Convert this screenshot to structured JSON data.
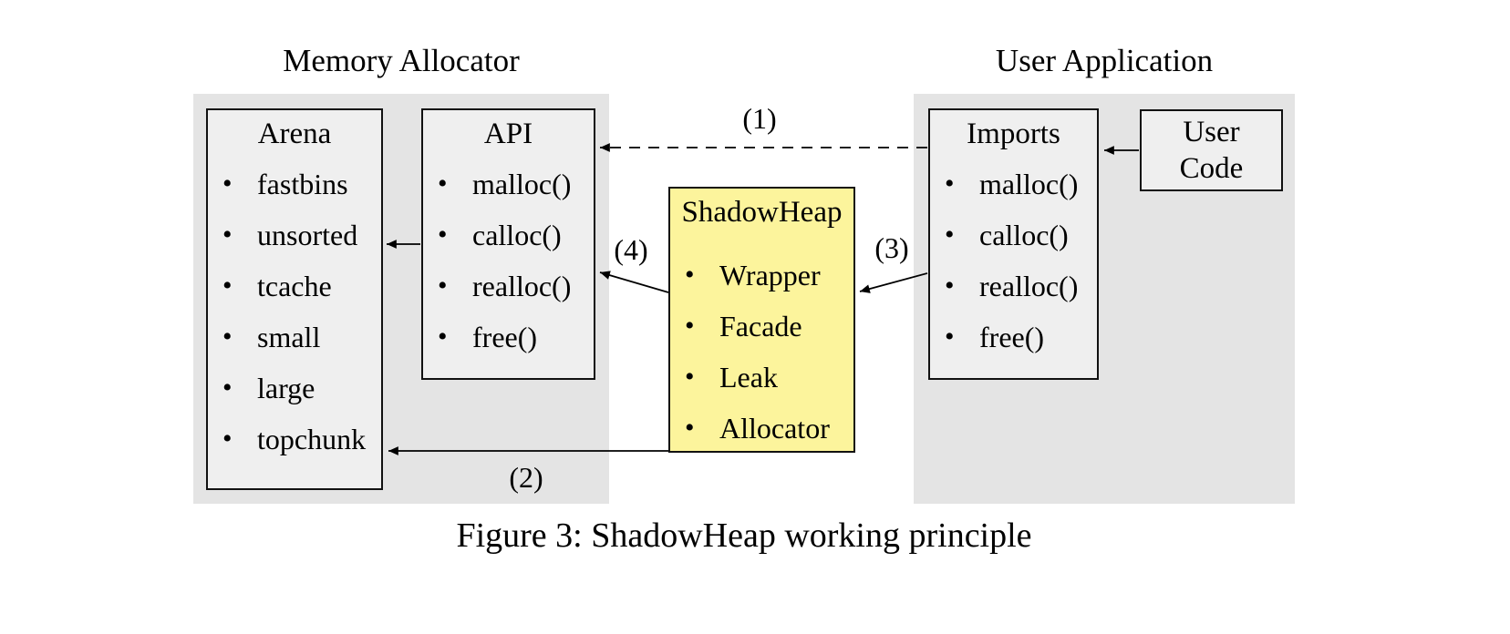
{
  "figure": {
    "caption": "Figure 3: ShadowHeap working principle"
  },
  "glyphs": {
    "bullet": "•"
  },
  "regions": {
    "memory_allocator": {
      "title": "Memory Allocator",
      "boxes": {
        "arena": {
          "title": "Arena",
          "items": [
            "fastbins",
            "unsorted",
            "tcache",
            "small",
            "large",
            "topchunk"
          ]
        },
        "api": {
          "title": "API",
          "items": [
            "malloc()",
            "calloc()",
            "realloc()",
            "free()"
          ]
        }
      }
    },
    "shadowheap": {
      "title": "ShadowHeap",
      "items": [
        "Wrapper",
        "Facade",
        "Leak",
        "Allocator"
      ]
    },
    "user_application": {
      "title": "User Application",
      "boxes": {
        "imports": {
          "title": "Imports",
          "items": [
            "malloc()",
            "calloc()",
            "realloc()",
            "free()"
          ]
        },
        "user_code": {
          "line1": "User",
          "line2": "Code"
        }
      }
    }
  },
  "arrows": {
    "labels": {
      "l1": "(1)",
      "l2": "(2)",
      "l3": "(3)",
      "l4": "(4)"
    },
    "descriptions": {
      "a1": "Imports to API (dashed)",
      "a2": "ShadowHeap to Arena",
      "a3": "Imports to ShadowHeap",
      "a4": "ShadowHeap to API",
      "a5": "API to Arena",
      "a6": "User Code to Imports"
    }
  },
  "colors": {
    "region_bg": "#e4e4e4",
    "box_bg": "#efefef",
    "shadowheap_bg": "#fcf49c",
    "border": "#111111",
    "text": "#000000",
    "background": "#ffffff"
  }
}
